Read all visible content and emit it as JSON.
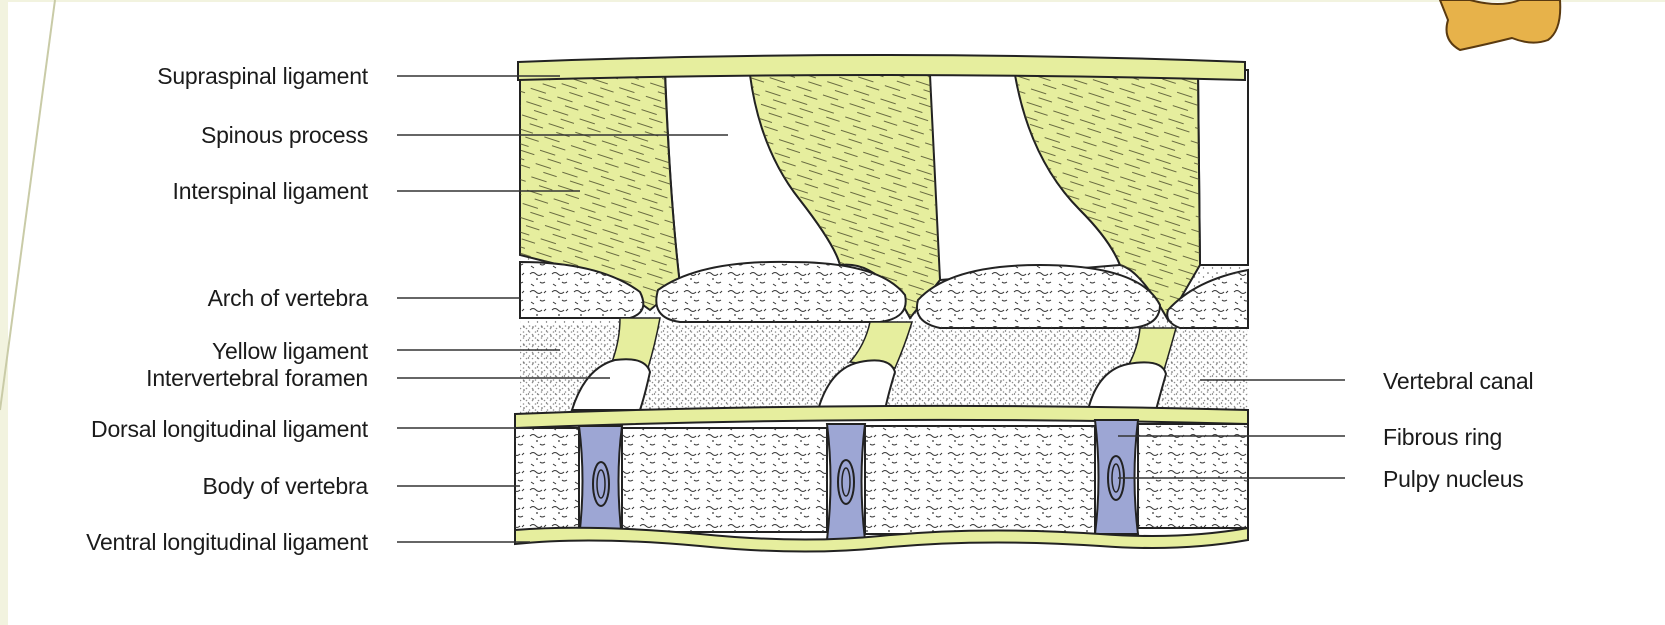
{
  "diagram": {
    "labels_left": [
      "Supraspinal ligament",
      "Spinous process",
      "Interspinal ligament",
      "Arch of vertebra",
      "Yellow ligament",
      "Intervertebral foramen",
      "Dorsal longitudinal ligament",
      "Body of vertebra",
      "Ventral longitudinal ligament"
    ],
    "labels_right": [
      "Vertebral canal",
      "Fibrous ring",
      "Pulpy nucleus"
    ],
    "colors": {
      "ligament": "#e6ee9e",
      "disc": "#9da6d4",
      "outline": "#222222",
      "background": "#f2f3df",
      "panel": "#ffffff"
    }
  }
}
